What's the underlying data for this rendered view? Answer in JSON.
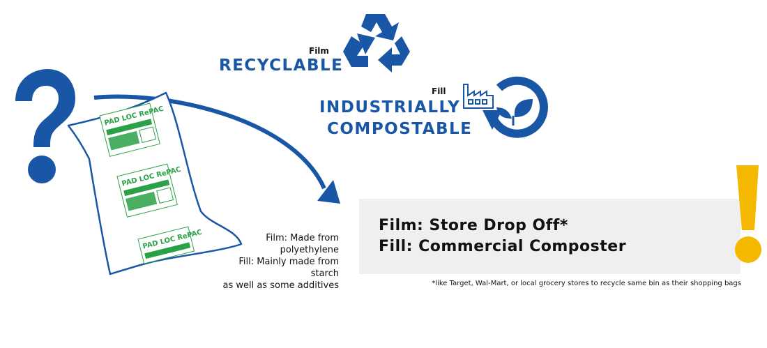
{
  "recyclable": {
    "label_small": "Film",
    "label_big": "RECYCLABLE"
  },
  "compostable": {
    "label_small": "Fill",
    "line1": "INDUSTRIALLY",
    "line2": "COMPOSTABLE"
  },
  "description": {
    "line1": "Film: Made from",
    "line2": "polyethylene",
    "line3": "Fill: Mainly made from starch",
    "line4": "as well as some additives"
  },
  "instructions": {
    "film": "Film: Store Drop Off*",
    "fill": "Fill: Commercial Composter"
  },
  "footnote": "*like Target, Wal-Mart, or local grocery stores to recycle same bin as their shopping bags",
  "product": {
    "brand": "PAD LOC RePAC"
  },
  "colors": {
    "brand_blue": "#1a56a6",
    "green": "#2aa147",
    "warning_yellow": "#f5b800",
    "panel_gray": "#efefef"
  },
  "icons": [
    "question-mark-icon",
    "recycle-icon",
    "factory-icon",
    "compost-cycle-icon",
    "leaf-icon",
    "exclamation-icon",
    "curved-arrow"
  ]
}
